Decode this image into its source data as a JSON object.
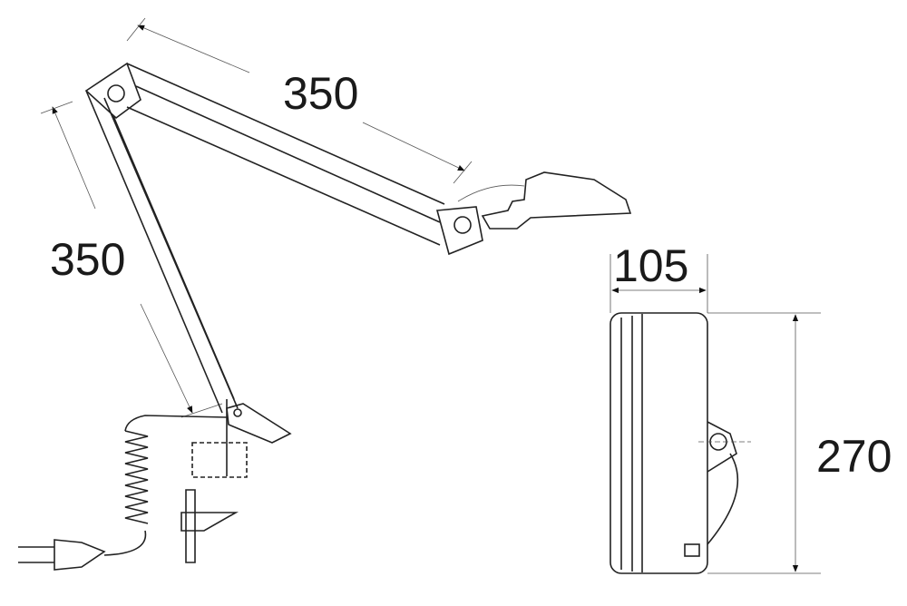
{
  "drawing": {
    "dimensions": {
      "upper_arm": "350",
      "lower_arm": "350",
      "head_width": "105",
      "head_length": "270"
    },
    "colors": {
      "line": "#222222",
      "background": "#ffffff"
    }
  }
}
